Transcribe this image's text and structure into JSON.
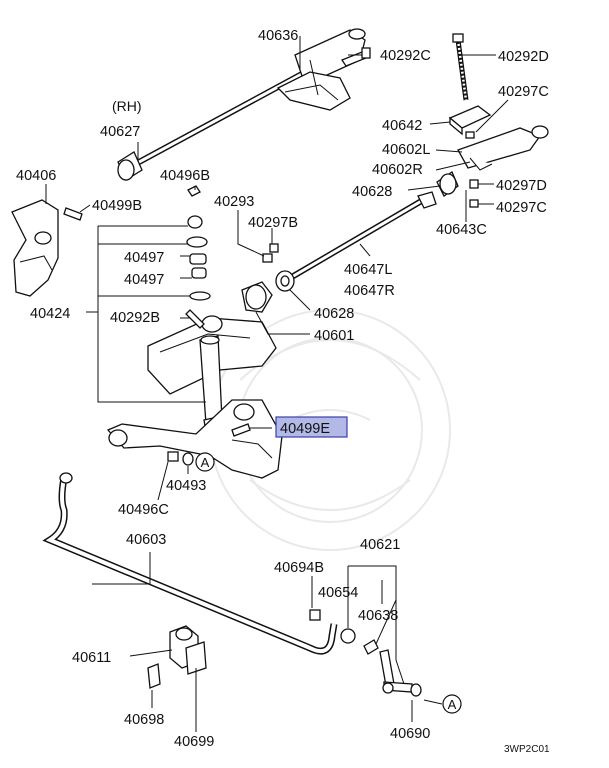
{
  "side_note": "(RH)",
  "diagram_code": "3WP2C01",
  "highlight_color": "#b3b9e6",
  "callouts": {
    "l40636": "40636",
    "l40292c": "40292C",
    "l40292d": "40292D",
    "l40627": "40627",
    "l40642": "40642",
    "l40297c_top": "40297C",
    "l40602l": "40602L",
    "l40602r": "40602R",
    "l40406": "40406",
    "l40496b": "40496B",
    "l40499b": "40499B",
    "l40293": "40293",
    "l40297b": "40297B",
    "l40628_a": "40628",
    "l40297d": "40297D",
    "l40297c_b": "40297C",
    "l40643c": "40643C",
    "l40497_a": "40497",
    "l40497_b": "40497",
    "l40647l": "40647L",
    "l40647r": "40647R",
    "l40424": "40424",
    "l40292b": "40292B",
    "l40628_b": "40628",
    "l40601": "40601",
    "l40499e": "40499E",
    "l40493": "40493",
    "l40496c": "40496C",
    "l40603": "40603",
    "l40621": "40621",
    "l40694b": "40694B",
    "l40654": "40654",
    "l40638": "40638",
    "l40611": "40611",
    "l40698": "40698",
    "l40699": "40699",
    "l40690": "40690",
    "ref_a_upper": "A",
    "ref_a_lower": "A"
  }
}
